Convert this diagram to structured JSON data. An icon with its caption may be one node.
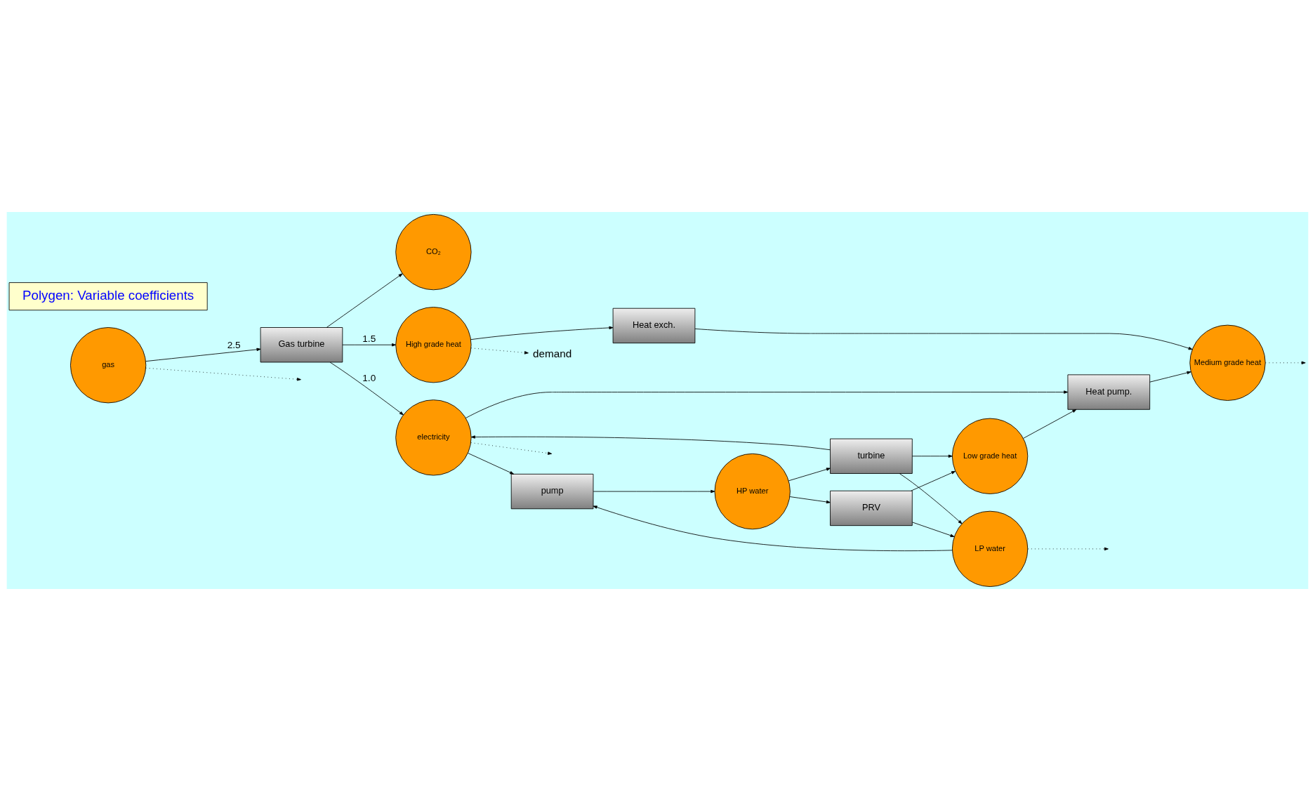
{
  "diagram": {
    "nodes": [
      {
        "text": [
          "gas"
        ]
      },
      {
        "text": [
          "CO₂"
        ]
      },
      {
        "text": [
          "Gas turbine"
        ]
      },
      {
        "text": [
          "High grade heat"
        ]
      },
      {
        "text": [
          "electricity"
        ]
      },
      {
        "text": [
          "pump"
        ]
      },
      {
        "text": [
          "LP water"
        ]
      },
      {
        "text": [
          "HP water"
        ]
      },
      {
        "text": [
          "PRV"
        ]
      },
      {
        "text": [
          "turbine"
        ]
      },
      {
        "text": [
          "Medium grade heat"
        ]
      },
      {
        "text": [
          "Low grade heat"
        ]
      },
      {
        "text": [
          "Heat exch."
        ]
      },
      {
        "text": [
          "Heat pump."
        ]
      },
      {
        "text": [
          "Polygen: Variable coefficients"
        ]
      },
      {
        "text": [
          "demand"
        ]
      }
    ],
    "edges": [
      {
        "from": 0,
        "to": 2,
        "arrow": "to",
        "label": "2.5"
      },
      {
        "from": 2,
        "to": 1,
        "arrow": "to"
      },
      {
        "from": 2,
        "to": 3,
        "arrow": "to",
        "label": "1.5"
      },
      {
        "from": 2,
        "to": 4,
        "arrow": "to",
        "label": "1.0"
      },
      {
        "from": 4,
        "to": 5,
        "arrow": "to"
      },
      {
        "from": 6,
        "to": 5,
        "arrow": "to"
      },
      {
        "from": 5,
        "to": 7,
        "arrow": "to"
      },
      {
        "from": 7,
        "to": 8,
        "arrow": "to"
      },
      {
        "from": 7,
        "to": 9,
        "arrow": "to"
      },
      {
        "from": 8,
        "to": 6,
        "arrow": "to"
      },
      {
        "from": 8,
        "to": 11,
        "arrow": "to"
      },
      {
        "from": 9,
        "to": 6,
        "arrow": "to"
      },
      {
        "from": 9,
        "to": 11,
        "arrow": "to"
      },
      {
        "from": 9,
        "to": 4,
        "arrow": "to"
      },
      {
        "from": 3,
        "to": 12,
        "arrow": "to"
      },
      {
        "from": 4,
        "to": 13,
        "arrow": "to"
      },
      {
        "from": 12,
        "to": 10,
        "arrow": "to"
      },
      {
        "from": 13,
        "to": 10,
        "arrow": "to"
      },
      {
        "from": 11,
        "to": 13,
        "arrow": "to"
      },
      {
        "from": 0,
        "to": null,
        "arrow": "to",
        "style": "dashed"
      },
      {
        "from": 3,
        "to": 15,
        "arrow": "to",
        "style": "dashed"
      },
      {
        "from": 4,
        "to": null,
        "arrow": "to",
        "style": "dashed"
      },
      {
        "from": 6,
        "to": null,
        "arrow": "to",
        "style": "dashed"
      },
      {
        "from": 10,
        "to": null,
        "arrow": "to",
        "style": "dashed"
      }
    ]
  }
}
